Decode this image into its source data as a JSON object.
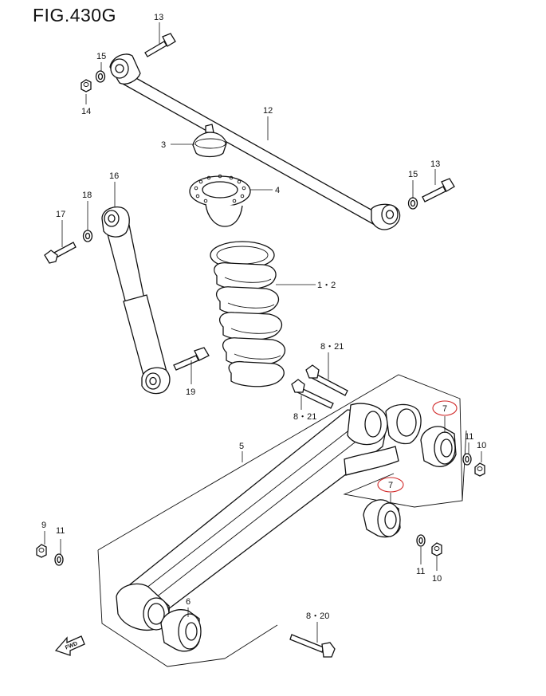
{
  "title": "FIG.430G",
  "callouts": {
    "c13a": "13",
    "c15a": "15",
    "c14": "14",
    "c12": "12",
    "c3": "3",
    "c4": "4",
    "c15b": "15",
    "c13b": "13",
    "c16": "16",
    "c18": "18",
    "c17": "17",
    "c12s": "1・2",
    "c821a": "8・21",
    "c19": "19",
    "c821b": "8・21",
    "c5": "5",
    "c7a": "7",
    "c11a": "11",
    "c10a": "10",
    "c7b": "7",
    "c9": "9",
    "c11b": "11",
    "c11c": "11",
    "c10b": "10",
    "c6": "6",
    "c820": "8・20"
  },
  "fwd": "FWD",
  "colors": {
    "highlight": "#d12a2a",
    "ink": "#111111"
  }
}
